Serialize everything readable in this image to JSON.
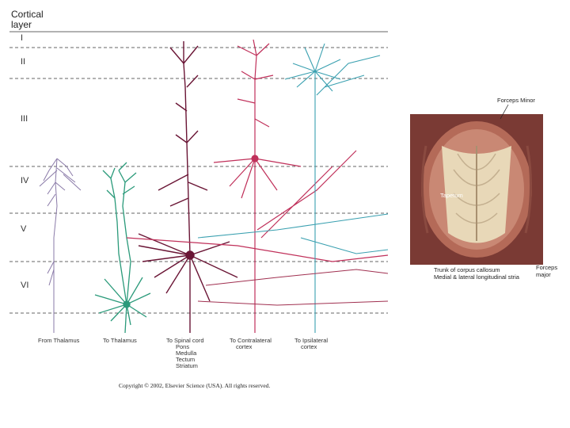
{
  "header": {
    "line1": "Cortical",
    "line2": "layer"
  },
  "layers": [
    "I",
    "II",
    "III",
    "IV",
    "V",
    "VI"
  ],
  "neuron_captions": [
    {
      "lines": [
        "From Thalamus"
      ]
    },
    {
      "lines": [
        "To Thalamus"
      ]
    },
    {
      "lines": [
        "To Spinal cord",
        "Pons",
        "Medulla",
        "Tectum",
        "Striatum"
      ]
    },
    {
      "lines": [
        "To Contralateral",
        "cortex"
      ]
    },
    {
      "lines": [
        "To Ipsilateral",
        "cortex"
      ]
    }
  ],
  "copyright": "Copyright © 2002, Elsevier Science (USA). All rights reserved.",
  "brain_labels": {
    "forceps_minor": "Forceps Minor",
    "tapetum": "Tapetum",
    "trunk": "Trunk of corpus callosum",
    "striae": "Medial & lateral longitudinal stria",
    "forceps_major_1": "Forceps",
    "forceps_major_2": "major"
  },
  "colors": {
    "thalamic_input": "#8a7aa8",
    "corticothalamic": "#2a9a7a",
    "pyramidal_deep": "#6a1535",
    "contralateral": "#c0305a",
    "ipsilateral": "#3aa0b0"
  }
}
